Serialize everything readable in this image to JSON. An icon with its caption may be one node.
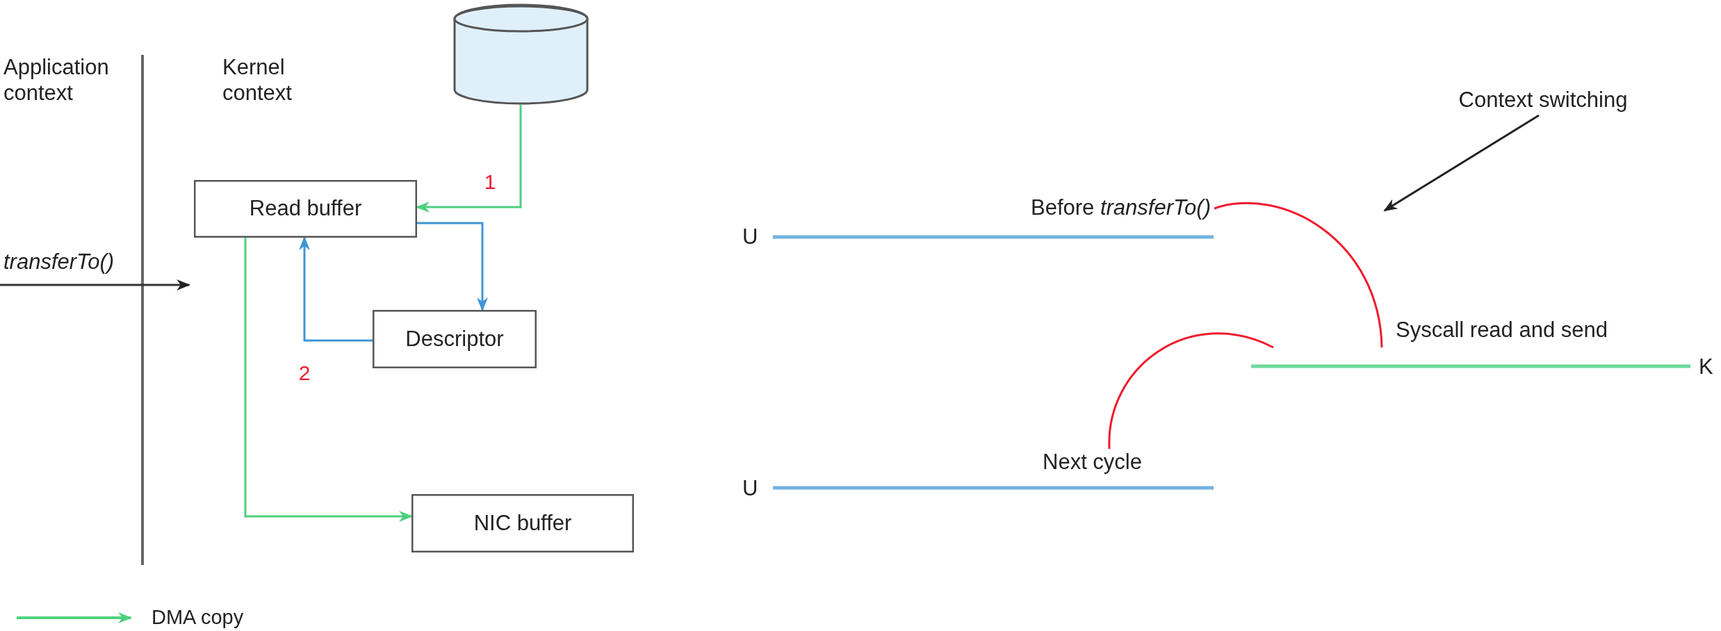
{
  "diagram": {
    "nodes": [
      {
        "text": [],
        "shape": "cylinder"
      },
      {
        "text": [
          "Read buffer"
        ]
      },
      {
        "text": [
          "Descriptor"
        ]
      },
      {
        "text": [
          "NIC buffer"
        ]
      },
      {
        "text": [
          "Context switching"
        ]
      },
      {
        "text": [],
        "shape": "arc"
      },
      {
        "text": [],
        "shape": "arc"
      }
    ],
    "edges": [
      {
        "from": 0,
        "to": 1,
        "arrow": "to",
        "label": "1",
        "color": "#4fd07f"
      },
      {
        "from": 1,
        "to": 2,
        "arrow": "to",
        "color": "#3f95d4"
      },
      {
        "from": 2,
        "to": 1,
        "arrow": "to",
        "label": "2",
        "color": "#3f95d4"
      },
      {
        "from": 1,
        "to": 3,
        "arrow": "to",
        "color": "#4fd07f"
      },
      {
        "from": 4,
        "to": 5,
        "arrow": "to",
        "color": "#222222"
      }
    ],
    "labels": [
      "Application context",
      "Kernel context",
      "transferTo()",
      "U",
      "Before *transferTo()*",
      "Syscall read and send",
      "K",
      "Next cycle",
      "U"
    ],
    "legend": [
      {
        "text": "DMA copy"
      }
    ]
  }
}
